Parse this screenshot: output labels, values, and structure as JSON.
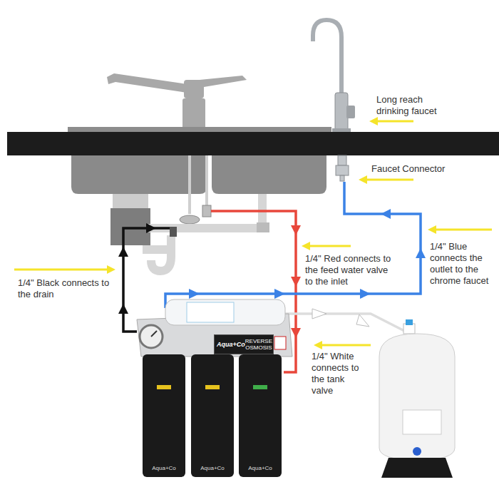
{
  "diagram": {
    "nodes": [
      {
        "text": [
          "Aqua+Co",
          "REVERSE OSMOSIS"
        ]
      }
    ],
    "labels": [
      "Long reach drinking faucet",
      "Faucet Connector",
      "1/4\" Red connects to the feed water valve to the inlet",
      "1/4\" Blue connects the outlet to the chrome faucet",
      "1/4\" Black connects to the drain",
      "1/4\" White connects to the tank valve",
      "Aqua+Co",
      "Aqua+Co",
      "Aqua+Co"
    ]
  }
}
